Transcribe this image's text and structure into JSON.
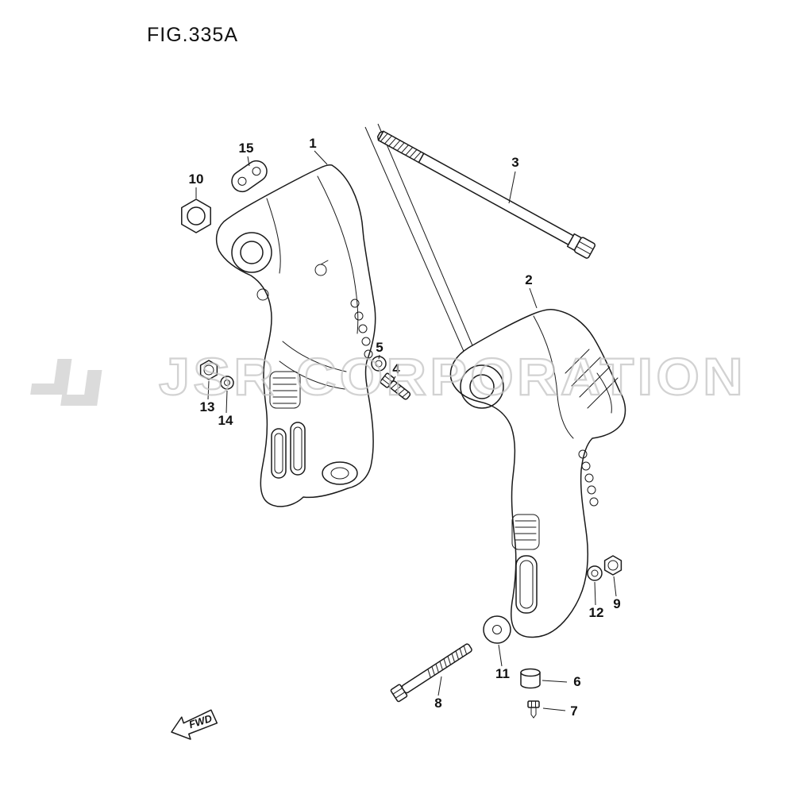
{
  "figure": {
    "title": "FIG.335A",
    "fwd": "FWD"
  },
  "watermark": {
    "text": "JSR CORPORATION",
    "color": "#c4c4c4"
  },
  "part_labels": [
    "1",
    "2",
    "3",
    "4",
    "5",
    "6",
    "7",
    "8",
    "9",
    "10",
    "11",
    "12",
    "13",
    "14",
    "15"
  ],
  "colors": {
    "line": "#1a1a1a",
    "background": "#ffffff"
  }
}
